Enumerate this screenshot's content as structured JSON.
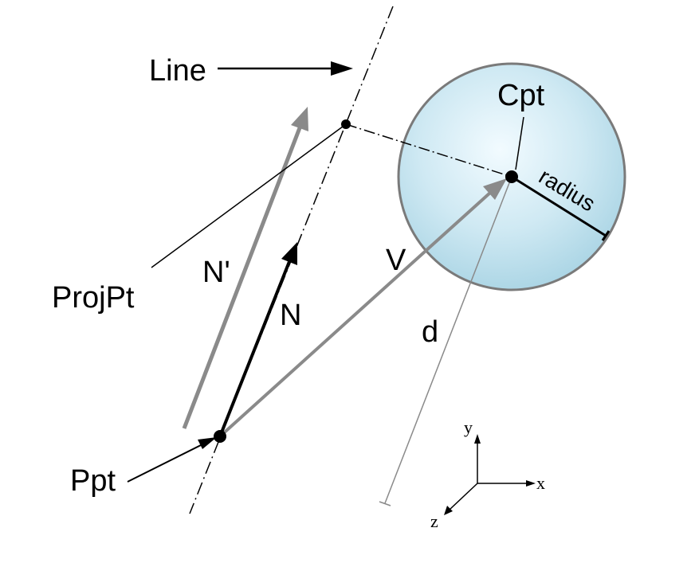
{
  "labels": {
    "line": "Line",
    "cpt": "Cpt",
    "radius": "radius",
    "projpt": "ProjPt",
    "n_prime": "N'",
    "n": "N",
    "v": "V",
    "d": "d",
    "ppt": "Ppt"
  },
  "axes": {
    "x": "x",
    "y": "y",
    "z": "z"
  },
  "colors": {
    "sphere_fill_center": "#f2fbff",
    "sphere_fill_edge": "#a9d4e4",
    "sphere_stroke": "#7a7a7a",
    "gray_arrow": "#8a8a8a",
    "ink": "#000000"
  }
}
